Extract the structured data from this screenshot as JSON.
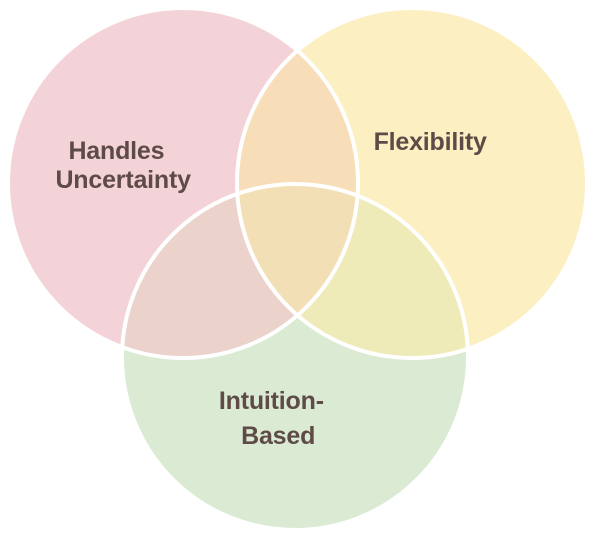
{
  "diagram": {
    "type": "venn",
    "title": "",
    "background_color": "#FFFFFF",
    "stroke_color": "#FFFFFF",
    "label_color": "#5E4B47",
    "sets": [
      {
        "id": "handles-uncertainty",
        "label_line1": "Handles",
        "label_line2": "Uncertainty",
        "color": "#F4D3D8",
        "position": "top-left"
      },
      {
        "id": "flexibility",
        "label_line1": "Flexibility",
        "label_line2": "",
        "color": "#FCEFC2",
        "position": "top-right"
      },
      {
        "id": "intuition-based",
        "label_line1": "Intuition-",
        "label_line2": "Based",
        "color": "#DBEBD3",
        "position": "bottom-center"
      }
    ],
    "intersections": [
      {
        "id": "pink-yellow",
        "color": "#F7DDB8",
        "label": ""
      },
      {
        "id": "pink-green",
        "color": "#EBD2CB",
        "label": ""
      },
      {
        "id": "yellow-green",
        "color": "#EFEBB8",
        "label": ""
      },
      {
        "id": "pink-yellow-green",
        "color": "#F2DFB5",
        "label": ""
      }
    ]
  }
}
